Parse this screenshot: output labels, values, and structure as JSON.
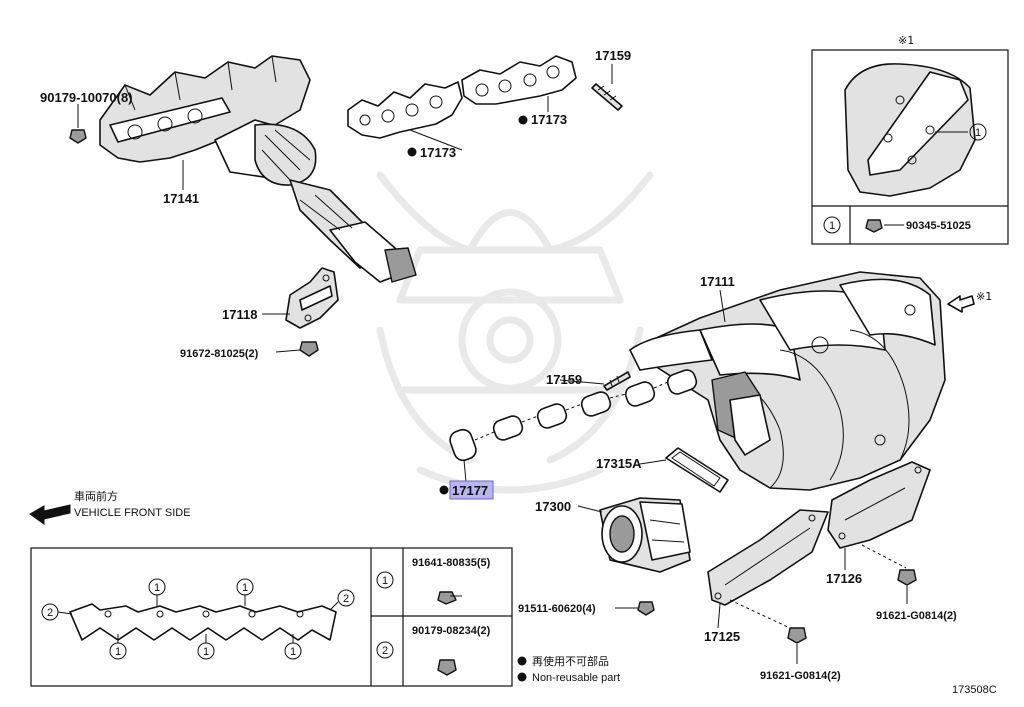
{
  "labels": {
    "p_90179_10070": "90179-10070(8)",
    "p_17141": "17141",
    "p_17173_a": "17173",
    "p_17173_b": "17173",
    "p_17159_top": "17159",
    "p_17118": "17118",
    "p_91672_81025": "91672-81025(2)",
    "p_17111": "17111",
    "p_17159_mid": "17159",
    "p_17177": "17177",
    "p_17315A": "17315A",
    "p_17300": "17300",
    "p_91511_60620": "91511-60620(4)",
    "p_17126": "17126",
    "p_17125": "17125",
    "p_91621_G0814_a": "91621-G0814(2)",
    "p_91621_G0814_b": "91621-G0814(2)",
    "ref_mark_top": "※1",
    "ref_mark_arrow": "※1",
    "inset_circle": "1",
    "inset_part": "90345-51025"
  },
  "front": {
    "jp": "車両前方",
    "en": "VEHICLE FRONT SIDE"
  },
  "gasket_table": {
    "circle_top_1": "1",
    "circle_top_2": "1",
    "circle_left": "2",
    "circle_right": "2",
    "circle_bot_1": "1",
    "circle_bot_2": "1",
    "circle_bot_3": "1",
    "row1_circle": "1",
    "row1_part": "91641-80835(5)",
    "row2_circle": "2",
    "row2_part": "90179-08234(2)"
  },
  "legend": {
    "jp": "再使用不可部品",
    "en": "Non-reusable part"
  },
  "diagram_id": "173508C"
}
